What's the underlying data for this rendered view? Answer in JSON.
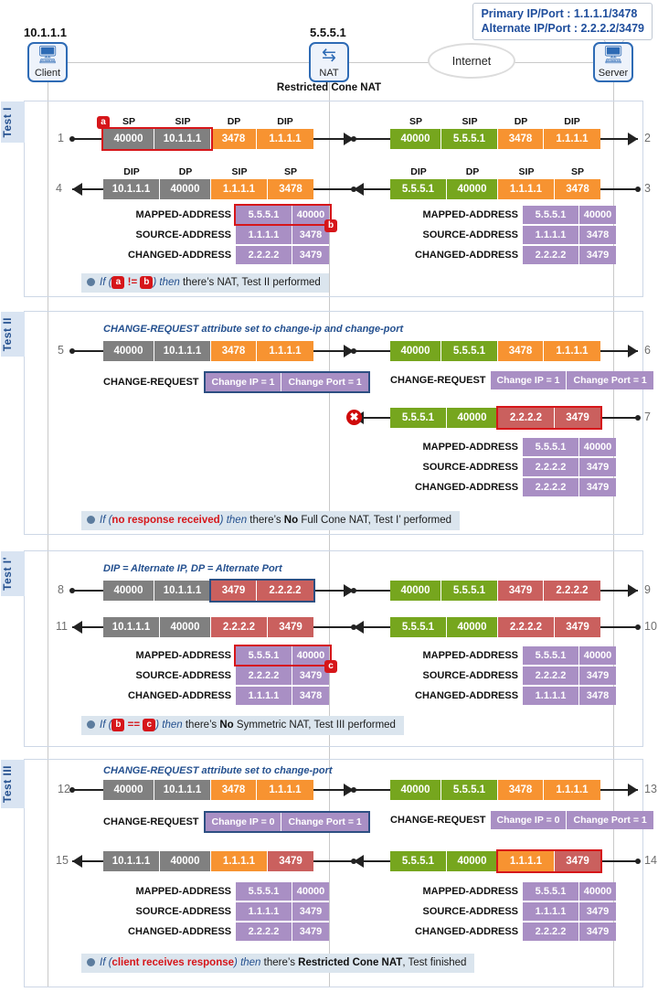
{
  "legend": {
    "primary": "Primary IP/Port : 1.1.1.1/3478",
    "alternate": "Alternate IP/Port : 2.2.2.2/3479"
  },
  "topology": {
    "client": {
      "ip": "10.1.1.1",
      "label": "Client",
      "icon": "computer-icon"
    },
    "nat": {
      "ip": "5.5.5.1",
      "label": "NAT",
      "icon": "nat-arrows-icon",
      "caption": "Restricted Cone NAT"
    },
    "internet": {
      "label": "Internet",
      "icon": "cloud-icon"
    },
    "server": {
      "label": "Server",
      "icon": "computer-icon"
    }
  },
  "tests": [
    {
      "tab": "Test I",
      "note": "",
      "conclusion": {
        "prefix": "If (",
        "badge_a": "a",
        "operator": "!=",
        "badge_b": "b",
        "mid": ") ",
        "then": "then",
        "tail_plain": " there’s NAT, Test II performed",
        "tail_bold": ""
      },
      "left_rows": [
        {
          "step": "1",
          "dir": "right",
          "headers": [
            "SP",
            "SIP",
            "DP",
            "DIP"
          ],
          "fields": [
            {
              "v": "40000",
              "c": "gray",
              "w": 56
            },
            {
              "v": "10.1.1.1",
              "c": "gray",
              "w": 62
            },
            {
              "v": "3478",
              "c": "orange",
              "w": 50
            },
            {
              "v": "1.1.1.1",
              "c": "orange",
              "w": 62
            }
          ],
          "highlight": {
            "type": "red",
            "from": 0,
            "to": 1
          },
          "badge": {
            "label": "a",
            "pos": "topleft"
          }
        },
        {
          "step": "4",
          "dir": "left",
          "headers": [
            "DIP",
            "DP",
            "SIP",
            "SP"
          ],
          "fields": [
            {
              "v": "10.1.1.1",
              "c": "gray",
              "w": 62
            },
            {
              "v": "40000",
              "c": "gray",
              "w": 56
            },
            {
              "v": "1.1.1.1",
              "c": "orange",
              "w": 62
            },
            {
              "v": "3478",
              "c": "orange",
              "w": 50
            }
          ],
          "highlight": null,
          "badge": null
        }
      ],
      "right_rows": [
        {
          "step": "2",
          "dir": "right",
          "headers": [
            "SP",
            "SIP",
            "DP",
            "DIP"
          ],
          "fields": [
            {
              "v": "40000",
              "c": "green",
              "w": 56
            },
            {
              "v": "5.5.5.1",
              "c": "green",
              "w": 62
            },
            {
              "v": "3478",
              "c": "orange",
              "w": 50
            },
            {
              "v": "1.1.1.1",
              "c": "orange",
              "w": 62
            }
          ],
          "highlight": null,
          "badge": null
        },
        {
          "step": "3",
          "dir": "left",
          "headers": [
            "DIP",
            "DP",
            "SIP",
            "SP"
          ],
          "fields": [
            {
              "v": "5.5.5.1",
              "c": "green",
              "w": 62
            },
            {
              "v": "40000",
              "c": "green",
              "w": 56
            },
            {
              "v": "1.1.1.1",
              "c": "orange",
              "w": 62
            },
            {
              "v": "3478",
              "c": "orange",
              "w": 50
            }
          ],
          "highlight": null,
          "badge": null
        }
      ],
      "left_attrs": {
        "rows": [
          {
            "name": "MAPPED-ADDRESS",
            "ip": "5.5.5.1",
            "port": "40000"
          },
          {
            "name": "SOURCE-ADDRESS",
            "ip": "1.1.1.1",
            "port": "3478"
          },
          {
            "name": "CHANGED-ADDRESS",
            "ip": "2.2.2.2",
            "port": "3479"
          }
        ],
        "highlight_row": 0,
        "badge": {
          "label": "b",
          "row": 1
        }
      },
      "right_attrs": {
        "rows": [
          {
            "name": "MAPPED-ADDRESS",
            "ip": "5.5.5.1",
            "port": "40000"
          },
          {
            "name": "SOURCE-ADDRESS",
            "ip": "1.1.1.1",
            "port": "3478"
          },
          {
            "name": "CHANGED-ADDRESS",
            "ip": "2.2.2.2",
            "port": "3479"
          }
        ],
        "highlight_row": null,
        "badge": null
      }
    },
    {
      "tab": "Test II",
      "note": "CHANGE-REQUEST attribute set to change-ip and change-port",
      "conclusion": {
        "prefix": "If (",
        "red_text": "no response received",
        "mid": ") ",
        "then": "then",
        "tail_pre": " there’s ",
        "tail_bold": "No",
        "tail_plain": " Full Cone NAT, Test I’ performed"
      },
      "left_rows": [
        {
          "step": "5",
          "dir": "right",
          "headers": [],
          "fields": [
            {
              "v": "40000",
              "c": "gray",
              "w": 56
            },
            {
              "v": "10.1.1.1",
              "c": "gray",
              "w": 62
            },
            {
              "v": "3478",
              "c": "orange",
              "w": 50
            },
            {
              "v": "1.1.1.1",
              "c": "orange",
              "w": 62
            }
          ]
        }
      ],
      "right_rows": [
        {
          "step": "6",
          "dir": "right",
          "headers": [],
          "fields": [
            {
              "v": "40000",
              "c": "green",
              "w": 56
            },
            {
              "v": "5.5.5.1",
              "c": "green",
              "w": 62
            },
            {
              "v": "3478",
              "c": "orange",
              "w": 50
            },
            {
              "v": "1.1.1.1",
              "c": "orange",
              "w": 62
            }
          ]
        },
        {
          "step": "7",
          "dir": "left",
          "headers": [],
          "fields": [
            {
              "v": "5.5.5.1",
              "c": "green",
              "w": 62
            },
            {
              "v": "40000",
              "c": "green",
              "w": 56
            },
            {
              "v": "2.2.2.2",
              "c": "red",
              "w": 62
            },
            {
              "v": "3479",
              "c": "red",
              "w": 50
            }
          ],
          "highlight": {
            "type": "red",
            "from": 2,
            "to": 3
          },
          "blocked": true
        }
      ],
      "left_cr": {
        "name": "CHANGE-REQUEST",
        "cells": [
          "Change IP = 1",
          "Change Port = 1"
        ],
        "outlined": true
      },
      "right_cr": {
        "name": "CHANGE-REQUEST",
        "cells": [
          "Change IP = 1",
          "Change Port = 1"
        ],
        "outlined": false
      },
      "right_attrs": {
        "rows": [
          {
            "name": "MAPPED-ADDRESS",
            "ip": "5.5.5.1",
            "port": "40000"
          },
          {
            "name": "SOURCE-ADDRESS",
            "ip": "2.2.2.2",
            "port": "3479"
          },
          {
            "name": "CHANGED-ADDRESS",
            "ip": "2.2.2.2",
            "port": "3479"
          }
        ]
      }
    },
    {
      "tab": "Test I'",
      "note": "DIP = Alternate IP, DP = Alternate Port",
      "conclusion": {
        "prefix": "If (",
        "badge_a": "b",
        "operator": "==",
        "badge_b": "c",
        "mid": ") ",
        "then": "then",
        "tail_pre": " there’s ",
        "tail_bold": "No",
        "tail_plain": " Symmetric NAT, Test III performed"
      },
      "left_rows": [
        {
          "step": "8",
          "dir": "right",
          "headers": [],
          "fields": [
            {
              "v": "40000",
              "c": "gray",
              "w": 56
            },
            {
              "v": "10.1.1.1",
              "c": "gray",
              "w": 62
            },
            {
              "v": "3479",
              "c": "red",
              "w": 50
            },
            {
              "v": "2.2.2.2",
              "c": "red",
              "w": 62
            }
          ],
          "highlight": {
            "type": "blue",
            "from": 2,
            "to": 3
          }
        },
        {
          "step": "11",
          "dir": "left",
          "headers": [],
          "fields": [
            {
              "v": "10.1.1.1",
              "c": "gray",
              "w": 62
            },
            {
              "v": "40000",
              "c": "gray",
              "w": 56
            },
            {
              "v": "2.2.2.2",
              "c": "red",
              "w": 62
            },
            {
              "v": "3479",
              "c": "red",
              "w": 50
            }
          ]
        }
      ],
      "right_rows": [
        {
          "step": "9",
          "dir": "right",
          "headers": [],
          "fields": [
            {
              "v": "40000",
              "c": "green",
              "w": 56
            },
            {
              "v": "5.5.5.1",
              "c": "green",
              "w": 62
            },
            {
              "v": "3479",
              "c": "red",
              "w": 50
            },
            {
              "v": "2.2.2.2",
              "c": "red",
              "w": 62
            }
          ]
        },
        {
          "step": "10",
          "dir": "left",
          "headers": [],
          "fields": [
            {
              "v": "5.5.5.1",
              "c": "green",
              "w": 62
            },
            {
              "v": "40000",
              "c": "green",
              "w": 56
            },
            {
              "v": "2.2.2.2",
              "c": "red",
              "w": 62
            },
            {
              "v": "3479",
              "c": "red",
              "w": 50
            }
          ]
        }
      ],
      "left_attrs": {
        "rows": [
          {
            "name": "MAPPED-ADDRESS",
            "ip": "5.5.5.1",
            "port": "40000"
          },
          {
            "name": "SOURCE-ADDRESS",
            "ip": "2.2.2.2",
            "port": "3479"
          },
          {
            "name": "CHANGED-ADDRESS",
            "ip": "1.1.1.1",
            "port": "3478"
          }
        ],
        "highlight_row": 0,
        "badge": {
          "label": "c",
          "row": 1
        }
      },
      "right_attrs": {
        "rows": [
          {
            "name": "MAPPED-ADDRESS",
            "ip": "5.5.5.1",
            "port": "40000"
          },
          {
            "name": "SOURCE-ADDRESS",
            "ip": "2.2.2.2",
            "port": "3479"
          },
          {
            "name": "CHANGED-ADDRESS",
            "ip": "1.1.1.1",
            "port": "3478"
          }
        ]
      }
    },
    {
      "tab": "Test III",
      "note": "CHANGE-REQUEST attribute set to change-port",
      "conclusion": {
        "prefix": "If (",
        "red_text": "client receives response",
        "mid": ") ",
        "then": "then",
        "tail_pre": " there’s ",
        "tail_bold": "Restricted Cone NAT",
        "tail_plain": ", Test finished"
      },
      "left_rows": [
        {
          "step": "12",
          "dir": "right",
          "headers": [],
          "fields": [
            {
              "v": "40000",
              "c": "gray",
              "w": 56
            },
            {
              "v": "10.1.1.1",
              "c": "gray",
              "w": 62
            },
            {
              "v": "3478",
              "c": "orange",
              "w": 50
            },
            {
              "v": "1.1.1.1",
              "c": "orange",
              "w": 62
            }
          ]
        },
        {
          "step": "15",
          "dir": "left",
          "headers": [],
          "fields": [
            {
              "v": "10.1.1.1",
              "c": "gray",
              "w": 62
            },
            {
              "v": "40000",
              "c": "gray",
              "w": 56
            },
            {
              "v": "1.1.1.1",
              "c": "orange",
              "w": 62
            },
            {
              "v": "3479",
              "c": "red",
              "w": 50
            }
          ]
        }
      ],
      "right_rows": [
        {
          "step": "13",
          "dir": "right",
          "headers": [],
          "fields": [
            {
              "v": "40000",
              "c": "green",
              "w": 56
            },
            {
              "v": "5.5.5.1",
              "c": "green",
              "w": 62
            },
            {
              "v": "3478",
              "c": "orange",
              "w": 50
            },
            {
              "v": "1.1.1.1",
              "c": "orange",
              "w": 62
            }
          ]
        },
        {
          "step": "14",
          "dir": "left",
          "headers": [],
          "fields": [
            {
              "v": "5.5.5.1",
              "c": "green",
              "w": 62
            },
            {
              "v": "40000",
              "c": "green",
              "w": 56
            },
            {
              "v": "1.1.1.1",
              "c": "orange",
              "w": 62
            },
            {
              "v": "3479",
              "c": "red",
              "w": 50
            }
          ],
          "highlight": {
            "type": "red",
            "from": 2,
            "to": 3
          }
        }
      ],
      "left_cr": {
        "name": "CHANGE-REQUEST",
        "cells": [
          "Change IP = 0",
          "Change Port = 1"
        ],
        "outlined": true
      },
      "right_cr": {
        "name": "CHANGE-REQUEST",
        "cells": [
          "Change IP = 0",
          "Change Port = 1"
        ],
        "outlined": false
      },
      "left_attrs": {
        "rows": [
          {
            "name": "MAPPED-ADDRESS",
            "ip": "5.5.5.1",
            "port": "40000"
          },
          {
            "name": "SOURCE-ADDRESS",
            "ip": "1.1.1.1",
            "port": "3479"
          },
          {
            "name": "CHANGED-ADDRESS",
            "ip": "2.2.2.2",
            "port": "3479"
          }
        ]
      },
      "right_attrs": {
        "rows": [
          {
            "name": "MAPPED-ADDRESS",
            "ip": "5.5.5.1",
            "port": "40000"
          },
          {
            "name": "SOURCE-ADDRESS",
            "ip": "1.1.1.1",
            "port": "3479"
          },
          {
            "name": "CHANGED-ADDRESS",
            "ip": "2.2.2.2",
            "port": "3479"
          }
        ]
      }
    }
  ]
}
